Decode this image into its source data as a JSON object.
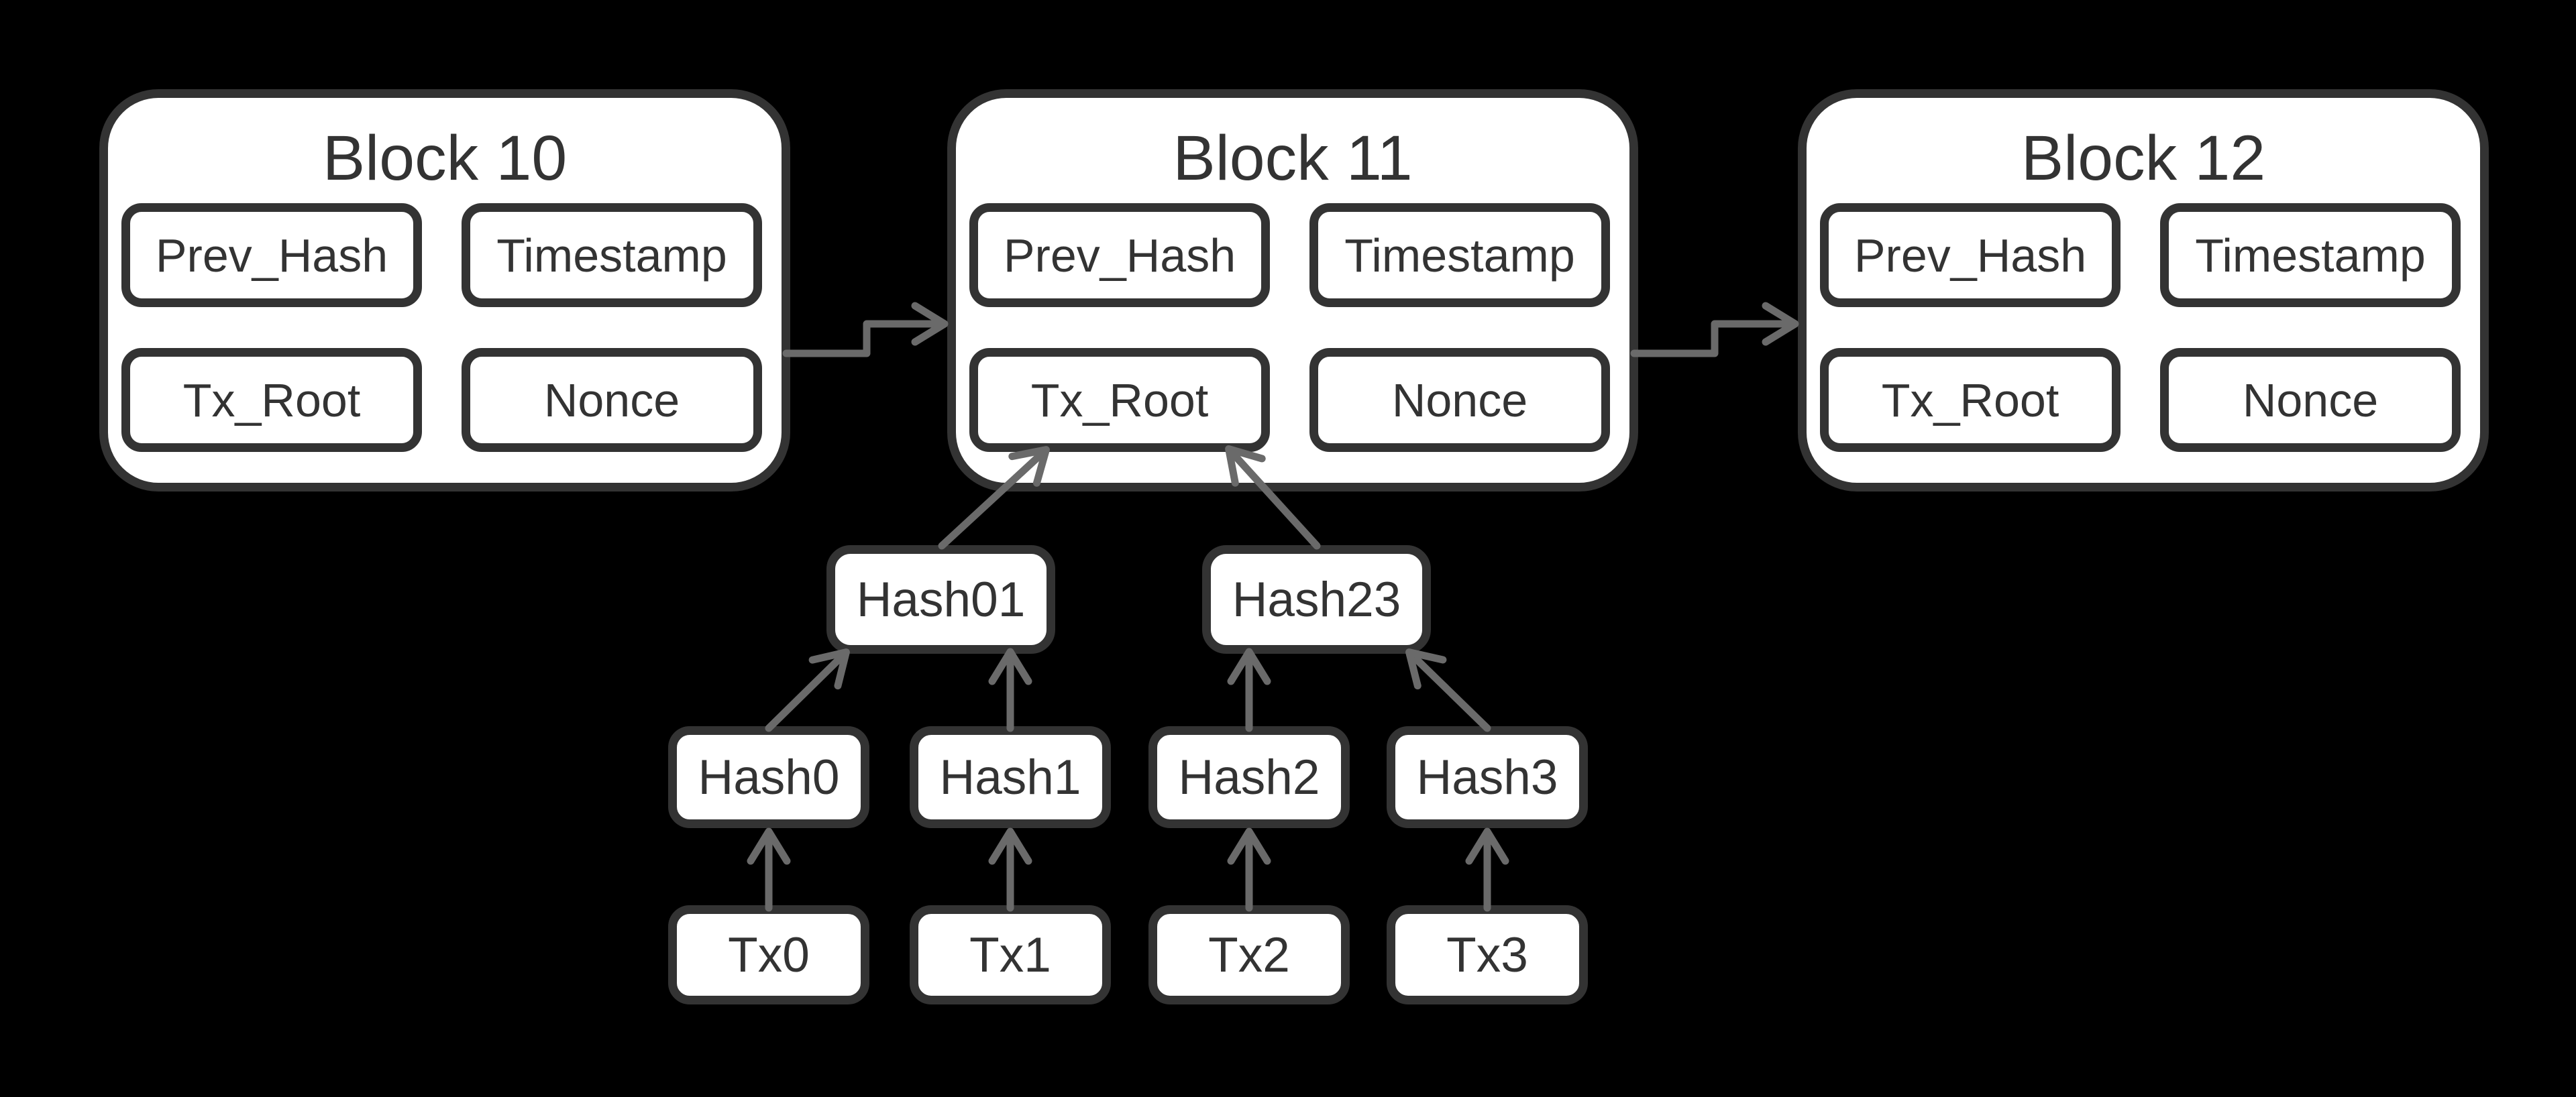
{
  "colors": {
    "background": "#000000",
    "box_fill": "#ffffff",
    "box_border": "#333333",
    "text": "#333333",
    "arrow": "#6a6a6a"
  },
  "blocks": [
    {
      "title": "Block 10",
      "fields": [
        "Prev_Hash",
        "Timestamp",
        "Tx_Root",
        "Nonce"
      ]
    },
    {
      "title": "Block 11",
      "fields": [
        "Prev_Hash",
        "Timestamp",
        "Tx_Root",
        "Nonce"
      ]
    },
    {
      "title": "Block 12",
      "fields": [
        "Prev_Hash",
        "Timestamp",
        "Tx_Root",
        "Nonce"
      ]
    }
  ],
  "merkle": {
    "hash01": "Hash01",
    "hash23": "Hash23",
    "hash0": "Hash0",
    "hash1": "Hash1",
    "hash2": "Hash2",
    "hash3": "Hash3",
    "tx0": "Tx0",
    "tx1": "Tx1",
    "tx2": "Tx2",
    "tx3": "Tx3"
  },
  "chain_edges": [
    {
      "from": "Block 10",
      "to": "Block 11"
    },
    {
      "from": "Block 11",
      "to": "Block 12"
    }
  ],
  "merkle_edges": [
    {
      "from": "Tx0",
      "to": "Hash0"
    },
    {
      "from": "Tx1",
      "to": "Hash1"
    },
    {
      "from": "Tx2",
      "to": "Hash2"
    },
    {
      "from": "Tx3",
      "to": "Hash3"
    },
    {
      "from": "Hash0",
      "to": "Hash01"
    },
    {
      "from": "Hash1",
      "to": "Hash01"
    },
    {
      "from": "Hash2",
      "to": "Hash23"
    },
    {
      "from": "Hash3",
      "to": "Hash23"
    },
    {
      "from": "Hash01",
      "to": "Tx_Root (Block 11)"
    },
    {
      "from": "Hash23",
      "to": "Tx_Root (Block 11)"
    }
  ]
}
